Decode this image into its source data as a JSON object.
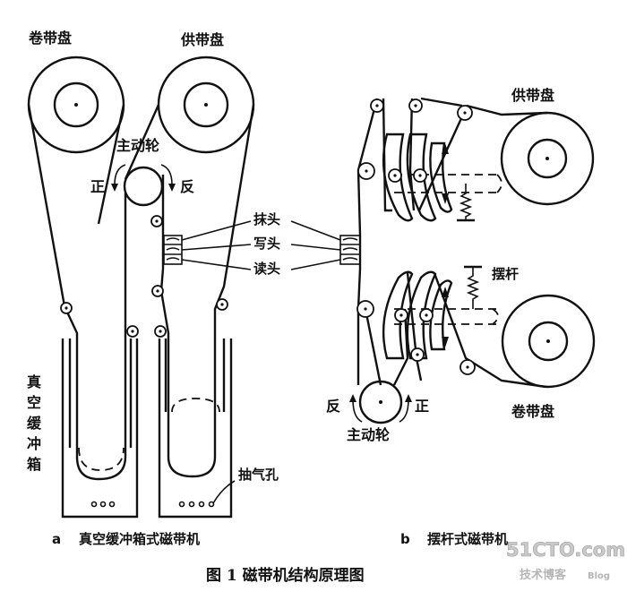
{
  "diagram_a": {
    "takeup_reel": "卷带盘",
    "supply_reel": "供带盘",
    "capstan": "主动轮",
    "forward": "正",
    "reverse": "反",
    "vacuum_box": [
      "真",
      "空",
      "缓",
      "冲",
      "箱"
    ],
    "air_hole": "抽气孔",
    "caption_letter": "a",
    "caption": "真空缓冲箱式磁带机"
  },
  "heads": {
    "erase": "抹头",
    "write": "写头",
    "read": "读头"
  },
  "diagram_b": {
    "supply_reel": "供带盘",
    "takeup_reel": "卷带盘",
    "swing_arm": "摆杆",
    "capstan": "主动轮",
    "reverse": "反",
    "forward": "正",
    "caption_letter": "b",
    "caption": "摆杆式磁带机"
  },
  "figure_caption": "图 1   磁带机结构原理图",
  "watermark": {
    "site": "51CTO.com",
    "tagline": "技术博客",
    "blog": "Blog"
  }
}
